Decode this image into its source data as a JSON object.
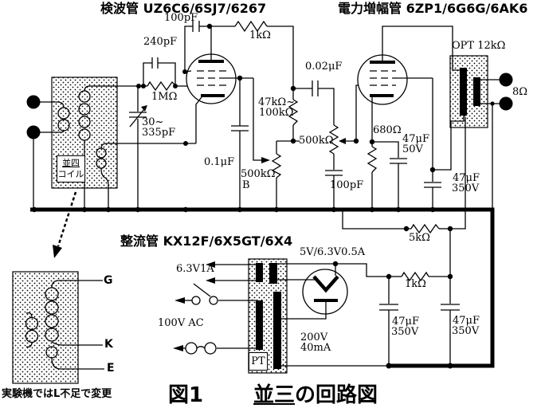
{
  "titles": {
    "detector": "検波管 UZ6C6/6SJ7/6267",
    "power": "電力増幅管 6ZP1/6G6G/6AK6",
    "rectifier": "整流管 KX12F/6X5GT/6X4"
  },
  "caption": {
    "fig": "図1",
    "name": "並三",
    "suffix": "の回路図"
  },
  "note": "実験機ではL不足で変更",
  "coil": {
    "line1": "並四",
    "line2": "コイル"
  },
  "inset": {
    "g": "G",
    "k": "K",
    "e": "E"
  },
  "labels": {
    "grid_cap": "100pF",
    "plate_res": "1kΩ",
    "gridleak_cap": "240pF",
    "gridleak_res": "1MΩ",
    "varcap1": "30~",
    "varcap2": "335pF",
    "sg_bypass": "0.1μF",
    "regen_pot": "500kΩ",
    "regen_taper": "B",
    "dropper1": "47kΩ~",
    "dropper2": "100kΩ",
    "coupling_cap": "0.02μF",
    "volume_pot": "500kΩ",
    "grid2_cap": "100pF",
    "cathode_res": "680Ω",
    "cathode_cap1": "47μF",
    "cathode_cap2": "50V",
    "opt": "OPT 12kΩ",
    "speaker": "8Ω",
    "b1_cap1": "47μF",
    "b1_cap2": "350V",
    "filter_res1": "5kΩ",
    "filter_res2": "1kΩ",
    "b2_cap1": "47μF",
    "b2_cap2": "350V",
    "b3_cap1": "47μF",
    "b3_cap2": "350V",
    "rect_heater": "5V/6.3V0.5A",
    "heater": "6.3V1A",
    "mains": "100V AC",
    "hv1": "200V",
    "hv2": "40mA",
    "pt": "PT"
  }
}
